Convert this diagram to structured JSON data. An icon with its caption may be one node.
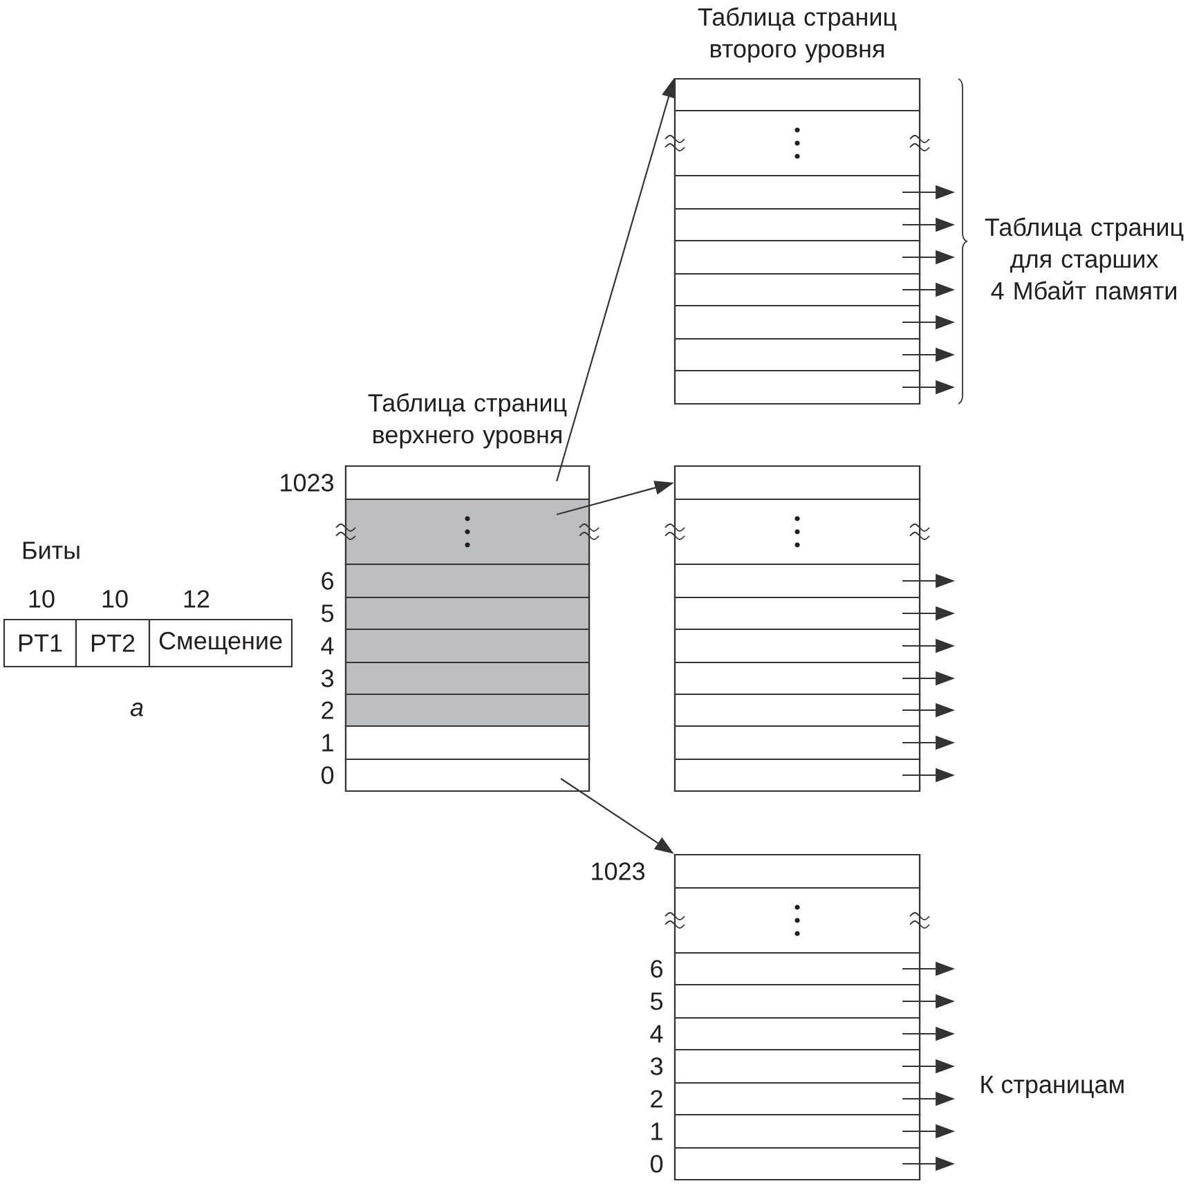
{
  "diagram": {
    "nodes": [
      {
        "text": [
          "PT1"
        ],
        "beside": [
          "10"
        ]
      },
      {
        "text": [
          "PT2"
        ],
        "beside": [
          "10"
        ]
      },
      {
        "text": [
          "Смещение"
        ],
        "beside": [
          "12"
        ]
      },
      {
        "text": [
          "Таблица страниц верхнего уровня"
        ]
      },
      {
        "text": [],
        "shape": "box",
        "in": 3,
        "beside": [
          "1023"
        ]
      },
      {
        "text": [],
        "shape": "box",
        "in": 3
      },
      {
        "text": [],
        "shape": "box",
        "in": 3,
        "beside": [
          "6"
        ]
      },
      {
        "text": [],
        "shape": "box",
        "in": 3,
        "beside": [
          "5"
        ]
      },
      {
        "text": [],
        "shape": "box",
        "in": 3,
        "beside": [
          "4"
        ]
      },
      {
        "text": [],
        "shape": "box",
        "in": 3,
        "beside": [
          "3"
        ]
      },
      {
        "text": [],
        "shape": "box",
        "in": 3,
        "beside": [
          "2"
        ]
      },
      {
        "text": [],
        "shape": "box",
        "in": 3,
        "beside": [
          "1"
        ]
      },
      {
        "text": [],
        "shape": "box",
        "in": 3,
        "beside": [
          "0"
        ]
      },
      {
        "text": [
          "Таблица страниц второго уровня"
        ]
      },
      {
        "text": [],
        "shape": "box",
        "in": 13
      },
      {
        "text": [],
        "shape": "box",
        "in": 13
      },
      {
        "text": [],
        "shape": "box",
        "in": 13
      },
      {
        "text": [],
        "shape": "box",
        "in": 13
      },
      {
        "text": [],
        "shape": "box",
        "in": 13
      },
      {
        "text": [],
        "shape": "box",
        "in": 13
      },
      {
        "text": [],
        "shape": "box",
        "in": 13
      },
      {
        "text": [],
        "shape": "box",
        "in": 13
      },
      {
        "text": [],
        "shape": "box",
        "in": 13
      },
      {
        "text": [],
        "shape": "box"
      },
      {
        "text": [],
        "shape": "box",
        "in": 23
      },
      {
        "text": [],
        "shape": "box",
        "in": 23
      },
      {
        "text": [],
        "shape": "box",
        "in": 23
      },
      {
        "text": [],
        "shape": "box",
        "in": 23
      },
      {
        "text": [],
        "shape": "box",
        "in": 23
      },
      {
        "text": [],
        "shape": "box",
        "in": 23
      },
      {
        "text": [],
        "shape": "box",
        "in": 23
      },
      {
        "text": [],
        "shape": "box",
        "in": 23
      },
      {
        "text": [],
        "shape": "box",
        "in": 23
      },
      {
        "text": [],
        "shape": "box"
      },
      {
        "text": [],
        "shape": "box",
        "in": 33,
        "beside": [
          "1023"
        ]
      },
      {
        "text": [],
        "shape": "box",
        "in": 33
      },
      {
        "text": [],
        "shape": "box",
        "in": 33,
        "beside": [
          "6"
        ]
      },
      {
        "text": [],
        "shape": "box",
        "in": 33,
        "beside": [
          "5"
        ]
      },
      {
        "text": [],
        "shape": "box",
        "in": 33,
        "beside": [
          "4"
        ]
      },
      {
        "text": [],
        "shape": "box",
        "in": 33,
        "beside": [
          "3"
        ]
      },
      {
        "text": [],
        "shape": "box",
        "in": 33,
        "beside": [
          "2"
        ]
      },
      {
        "text": [],
        "shape": "box",
        "in": 33,
        "beside": [
          "1"
        ]
      },
      {
        "text": [],
        "shape": "box",
        "in": 33,
        "beside": [
          "0"
        ]
      }
    ],
    "edges": [
      {
        "from": 4,
        "to": 14,
        "arrow": "to"
      },
      {
        "from": 5,
        "to": 24,
        "arrow": "to"
      },
      {
        "from": 12,
        "to": 34,
        "arrow": "to"
      },
      {
        "from": 16,
        "to": null,
        "arrow": "to"
      },
      {
        "from": 17,
        "to": null,
        "arrow": "to"
      },
      {
        "from": 18,
        "to": null,
        "arrow": "to"
      },
      {
        "from": 19,
        "to": null,
        "arrow": "to"
      },
      {
        "from": 20,
        "to": null,
        "arrow": "to"
      },
      {
        "from": 21,
        "to": null,
        "arrow": "to"
      },
      {
        "from": 22,
        "to": null,
        "arrow": "to"
      },
      {
        "from": 26,
        "to": null,
        "arrow": "to"
      },
      {
        "from": 27,
        "to": null,
        "arrow": "to"
      },
      {
        "from": 28,
        "to": null,
        "arrow": "to"
      },
      {
        "from": 29,
        "to": null,
        "arrow": "to"
      },
      {
        "from": 30,
        "to": null,
        "arrow": "to"
      },
      {
        "from": 31,
        "to": null,
        "arrow": "to"
      },
      {
        "from": 32,
        "to": null,
        "arrow": "to"
      },
      {
        "from": 36,
        "to": null,
        "arrow": "to"
      },
      {
        "from": 37,
        "to": null,
        "arrow": "to"
      },
      {
        "from": 38,
        "to": null,
        "arrow": "to"
      },
      {
        "from": 39,
        "to": null,
        "arrow": "to"
      },
      {
        "from": 40,
        "to": null,
        "arrow": "to"
      },
      {
        "from": 41,
        "to": null,
        "arrow": "to"
      },
      {
        "from": 42,
        "to": null,
        "arrow": "to"
      }
    ],
    "labels": [
      "Таблица страниц для старших 4 Мбайт памяти",
      "Биты",
      "а",
      "К страницам"
    ]
  }
}
